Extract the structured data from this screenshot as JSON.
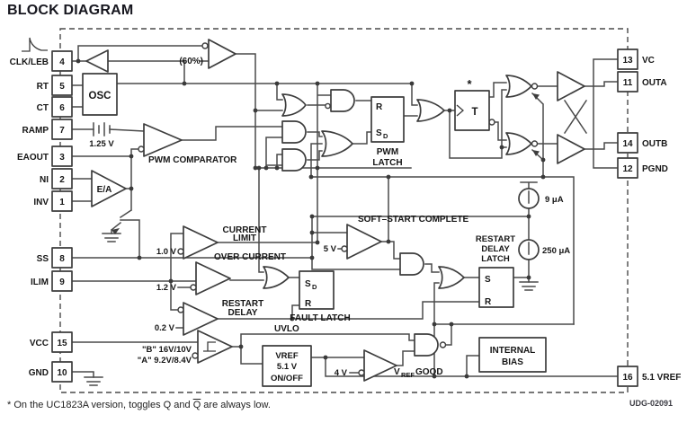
{
  "title": "BLOCK DIAGRAM",
  "figure_id": "UDG-02091",
  "footnote": {
    "prefix": "* On the UC1823A version, toggles Q and ",
    "q_overline": "Q",
    "suffix": " are always low."
  },
  "colors": {
    "ink": "#3d3d3d",
    "text": "#161616",
    "background": "#ffffff"
  },
  "pins": {
    "left": [
      {
        "num": "4",
        "label": "CLK/LEB"
      },
      {
        "num": "5",
        "label": "RT"
      },
      {
        "num": "6",
        "label": "CT"
      },
      {
        "num": "7",
        "label": "RAMP"
      },
      {
        "num": "3",
        "label": "EAOUT"
      },
      {
        "num": "2",
        "label": "NI"
      },
      {
        "num": "1",
        "label": "INV"
      },
      {
        "num": "8",
        "label": "SS"
      },
      {
        "num": "9",
        "label": "ILIM"
      },
      {
        "num": "15",
        "label": "VCC"
      },
      {
        "num": "10",
        "label": "GND"
      }
    ],
    "right": [
      {
        "num": "13",
        "label": "VC"
      },
      {
        "num": "11",
        "label": "OUTA"
      },
      {
        "num": "14",
        "label": "OUTB"
      },
      {
        "num": "12",
        "label": "PGND"
      },
      {
        "num": "16",
        "label": "5.1 VREF"
      }
    ]
  },
  "blocks": {
    "osc": "OSC",
    "pwm_latch": {
      "r": "R",
      "s": "S",
      "s_sub": "D",
      "caption1": "PWM",
      "caption2": "LATCH"
    },
    "toggle_ff": {
      "t": "T",
      "note": "*"
    },
    "fault_latch": {
      "s": "S",
      "s_sub": "D",
      "r": "R",
      "caption": "FAULT LATCH"
    },
    "restart_latch": {
      "s": "S",
      "r": "R",
      "caption1": "RESTART",
      "caption2": "DELAY",
      "caption3": "LATCH"
    },
    "vref_reg": {
      "line1": "VREF",
      "line2": "5.1 V",
      "line3": "ON/OFF"
    },
    "internal_bias": {
      "line1": "INTERNAL",
      "line2": "BIAS"
    }
  },
  "labels": {
    "duty_cycle": "(60%)",
    "osc_ref": "1.25 V",
    "pwm_comparator": "PWM COMPARATOR",
    "error_amp": "E/A",
    "current_limit_1": "CURRENT",
    "current_limit_2": "LIMIT",
    "cl_ref": "1.0 V",
    "over_current": "OVER CURRENT",
    "oc_ref": "1.2 V",
    "restart_delay_1": "RESTART",
    "restart_delay_2": "DELAY",
    "rd_ref": "0.2 V",
    "soft_start_complete": "SOFT–START COMPLETE",
    "ss_ref": "5 V",
    "charge_current": "9 μA",
    "discharge_current": "250 μA",
    "uvlo": "UVLO",
    "uvlo_b": "\"B\" 16V/10V",
    "uvlo_a": "\"A\" 9.2V/8.4V",
    "vg_ref": "4 V",
    "vref_good_v": "V",
    "vref_good_sub": "REF",
    "vref_good_rest": "GOOD"
  }
}
